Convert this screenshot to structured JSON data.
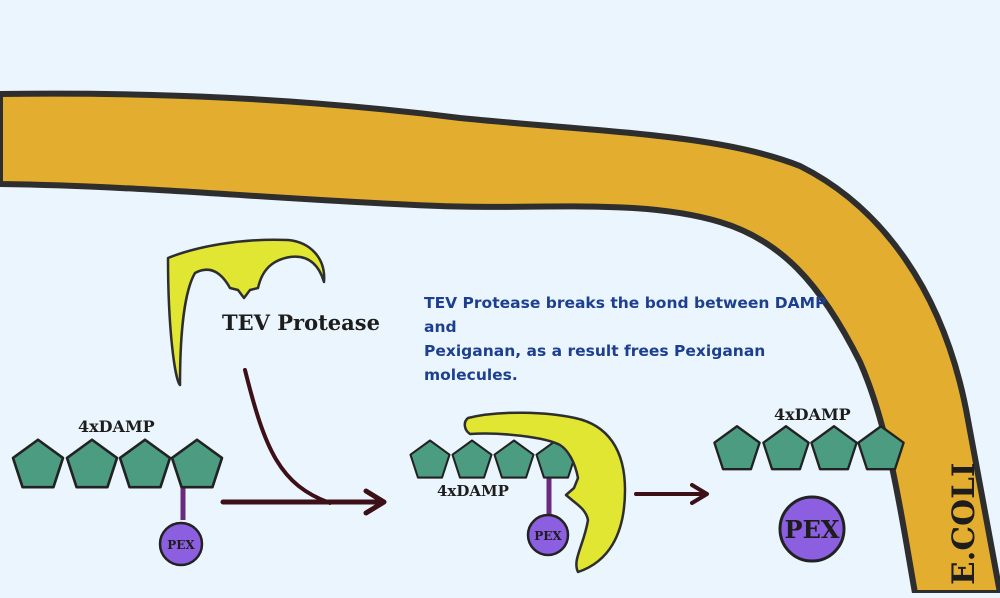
{
  "labels": {
    "tev_protease": "TEV Protease",
    "damp_left": "4xDAMP",
    "damp_middle": "4xDAMP",
    "damp_right": "4xDAMP",
    "pex_left": "PEX",
    "pex_middle": "PEX",
    "pex_right": "PEX",
    "ecoli": "E.COLI"
  },
  "caption": {
    "line1": "TEV Protease breaks the bond between DAMP and",
    "line2": "Pexiganan, as a result frees Pexiganan molecules."
  },
  "colors": {
    "background": "#eaf5fd",
    "membrane": "#e3ae2f",
    "outline": "#2e2e2e",
    "protease": "#e1e632",
    "damp": "#4b9c80",
    "pex": "#8b5fe0",
    "linker": "#6b2a7d",
    "arrow": "#3d0f16",
    "caption_text": "#1d3f8f"
  }
}
